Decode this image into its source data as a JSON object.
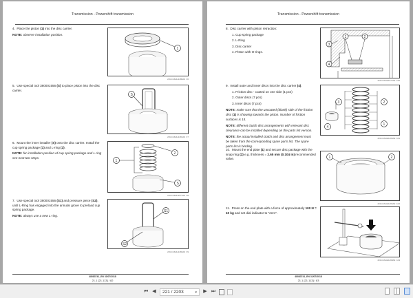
{
  "document": {
    "header_title": "Transmission - Powershift transmission"
  },
  "left_page": {
    "steps": [
      {
        "number": "4.",
        "text_before": "Place the piston ",
        "bold": "(1)",
        "text_after": " into the disc carrier.",
        "note_label": "NOTE:",
        "note_text": " observe installation position.",
        "caption": "2OLC16HH1480A9",
        "fig_no": "36"
      },
      {
        "number": "5.",
        "text_before": "Use special tool 380001556 ",
        "bold": "(S)",
        "text_after": " to place piston into the disc carrier.",
        "caption": "2OLC16HH1481A9",
        "fig_no": "37",
        "callouts": [
          "S"
        ]
      },
      {
        "number": "6.",
        "text_before": "Mount the inner installer ",
        "bold": "(S)",
        "text_after": " onto the disc carrier. Install the cup spring package ",
        "bold2": "(1)",
        "text_after2": " and L-ring ",
        "bold3": "(2)",
        "text_after3": ".",
        "note_label": "NOTE:",
        "note_text": " for installation position of cup spring package and L-ring see next two steps.",
        "caption": "2OLC16HH1571A9",
        "fig_no": "38",
        "callouts": [
          "1",
          "2",
          "S"
        ]
      },
      {
        "number": "7.",
        "text_before": "Use special tool 380001556 ",
        "bold": "(S1)",
        "text_after": " and pressure piece ",
        "bold2": "(S2)",
        "text_after2": ", until L-Ring has engaged into the annular grove to preload cup spring package.",
        "note_label": "NOTE:",
        "note_text": " always use a new L-ring.",
        "caption": "2OLC16HH1482A9",
        "fig_no": "39",
        "callouts": [
          "S1",
          "S2"
        ]
      }
    ],
    "footer": {
      "doc_code": "48083741_EN 31/07/2018",
      "page_ref": "21.1 [21.113] / 82"
    }
  },
  "right_page": {
    "steps": [
      {
        "number": "8.",
        "text": "Disc carrier with piston retraction:",
        "items": [
          "1.  Cup spring package",
          "2.  L-Ring",
          "3.  Disc carrier",
          "4.  Piston with O-rings."
        ],
        "caption": "2OLC16HH1572A9",
        "fig_no": "100",
        "callouts": [
          "1",
          "2",
          "3",
          "4"
        ]
      },
      {
        "number": "9.",
        "text_before": "Install outer and inner discs into the disc carrier ",
        "bold": "(4)",
        "text_after": ".",
        "items": [
          "1.  Friction disc - coated on one side (1 pcs)",
          "2.  Outer discs (7 pcs)",
          "3.  Inner discs (7 pcs)"
        ],
        "notes": [
          {
            "label": "NOTE:",
            "text_before": " make sure that the uncoated (blank) side of the friction disc ",
            "bold": "(1)",
            "text_after": " is showing towards the piston. Number of friction surfaces is 14."
          },
          {
            "label": "NOTE:",
            "text": " different clutch disc arrangements with relevant disc clearance can be installed depending on the parts list version."
          },
          {
            "label": "NOTE:",
            "text": " the actual installed clutch and disc arrangement must be taken from the corresponding spare parts list. The spare parts list is binding."
          }
        ],
        "caption": "2OLC16HH1265A9",
        "fig_no": "101",
        "callouts": [
          "1",
          "2",
          "3",
          "4"
        ]
      },
      {
        "number": "10.",
        "text_before": "Mount the end plate ",
        "bold": "(1)",
        "text_after": " and secure disc package with the snap ring ",
        "bold2": "(2)",
        "text_after2": " e.g. thickness = ",
        "bold3": "2.65 mm (0.104 in)",
        "text_after3": " recommended value.",
        "caption": "2OLC16HH1266A9",
        "fig_no": "102",
        "callouts": [
          "1",
          "2"
        ]
      },
      {
        "number": "11.",
        "text_before": "Press on the end plate with a force of approximately ",
        "bold": "100 N = 10 kg",
        "text_after": " and set dial indicator to \"zero\".",
        "caption": "2OLC16HH1268A9",
        "fig_no": "103"
      }
    ],
    "footer": {
      "doc_code": "48083741_EN 31/07/2018",
      "page_ref": "21.1 [21.113] / 83"
    }
  },
  "toolbar": {
    "page_indicator": "221 / 2203",
    "first_icon": "first-page-icon",
    "prev_icon": "previous-page-icon",
    "next_icon": "next-page-icon",
    "last_icon": "last-page-icon",
    "view_modes": [
      "single-page",
      "continuous",
      "two-page"
    ],
    "active_view_mode": "two-page"
  }
}
